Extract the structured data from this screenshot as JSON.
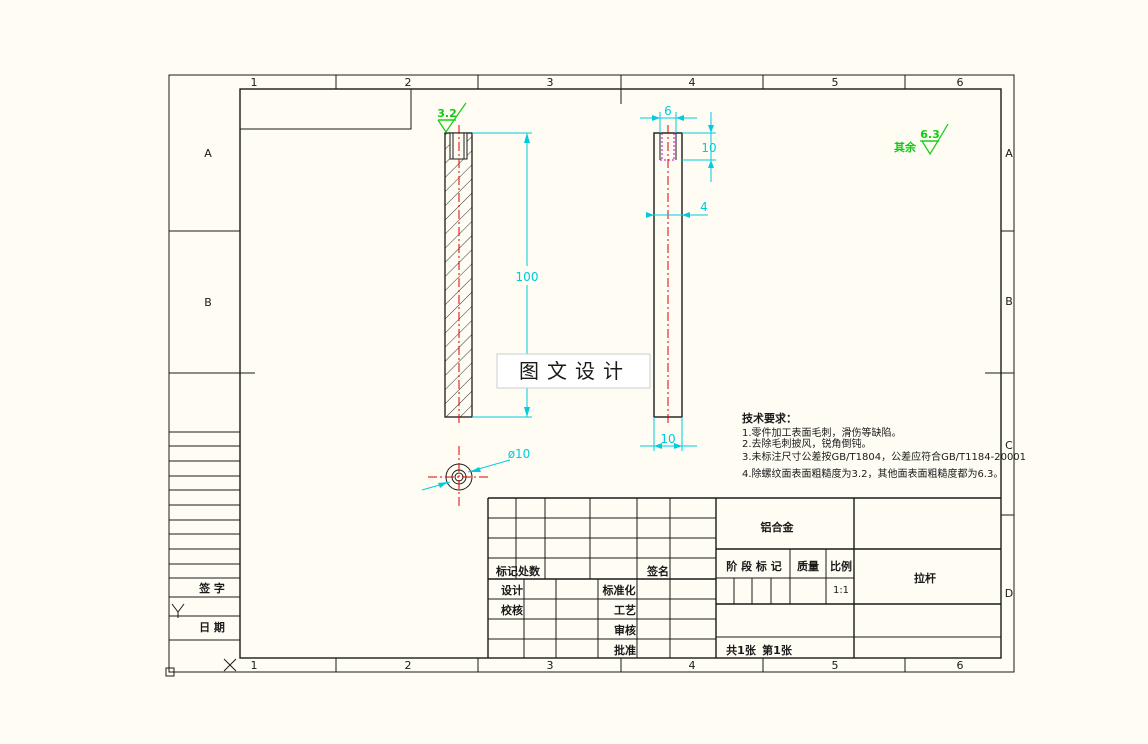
{
  "border": {
    "col_numbers": [
      "1",
      "2",
      "3",
      "4",
      "5",
      "6"
    ],
    "row_letters": [
      "A",
      "B",
      "C",
      "D"
    ]
  },
  "dimensions": {
    "width_6": "6",
    "height_10": "10",
    "width_4": "4",
    "length_100": "100",
    "diameter_10": "ø10",
    "width_bottom_10": "10"
  },
  "roughness": {
    "part_value": "3.2",
    "other_label": "其余",
    "other_value": "6.3"
  },
  "watermark": "图文设计",
  "technical_requirements": {
    "title": "技术要求：",
    "items": [
      "1.零件加工表面毛刺，滑伤等缺陷。",
      "2.去除毛刺披风，锐角倒钝。",
      "3.未标注尺寸公差按GB/T1804，公差应符合GB/T1184-20001",
      "4.除螺纹面表面粗糙度为3.2，其他面表面粗糙度都为6.3。"
    ]
  },
  "title_block": {
    "material": "铝合金",
    "part_name": "拉杆",
    "revision_labels": [
      "标记",
      "处数"
    ],
    "signature_label": "签名",
    "design_label": "设计",
    "standardize_label": "标准化",
    "check_label": "校核",
    "process_label": "工艺",
    "review_label": "审核",
    "approve_label": "批准",
    "stage_label": "阶 段 标 记",
    "weight_label": "质量",
    "scale_label": "比例",
    "scale_value": "1:1",
    "sheet_total": "共1张",
    "sheet_number": "第1张"
  },
  "side_block": {
    "signature_label": "签  字",
    "date_label": "日  期"
  }
}
